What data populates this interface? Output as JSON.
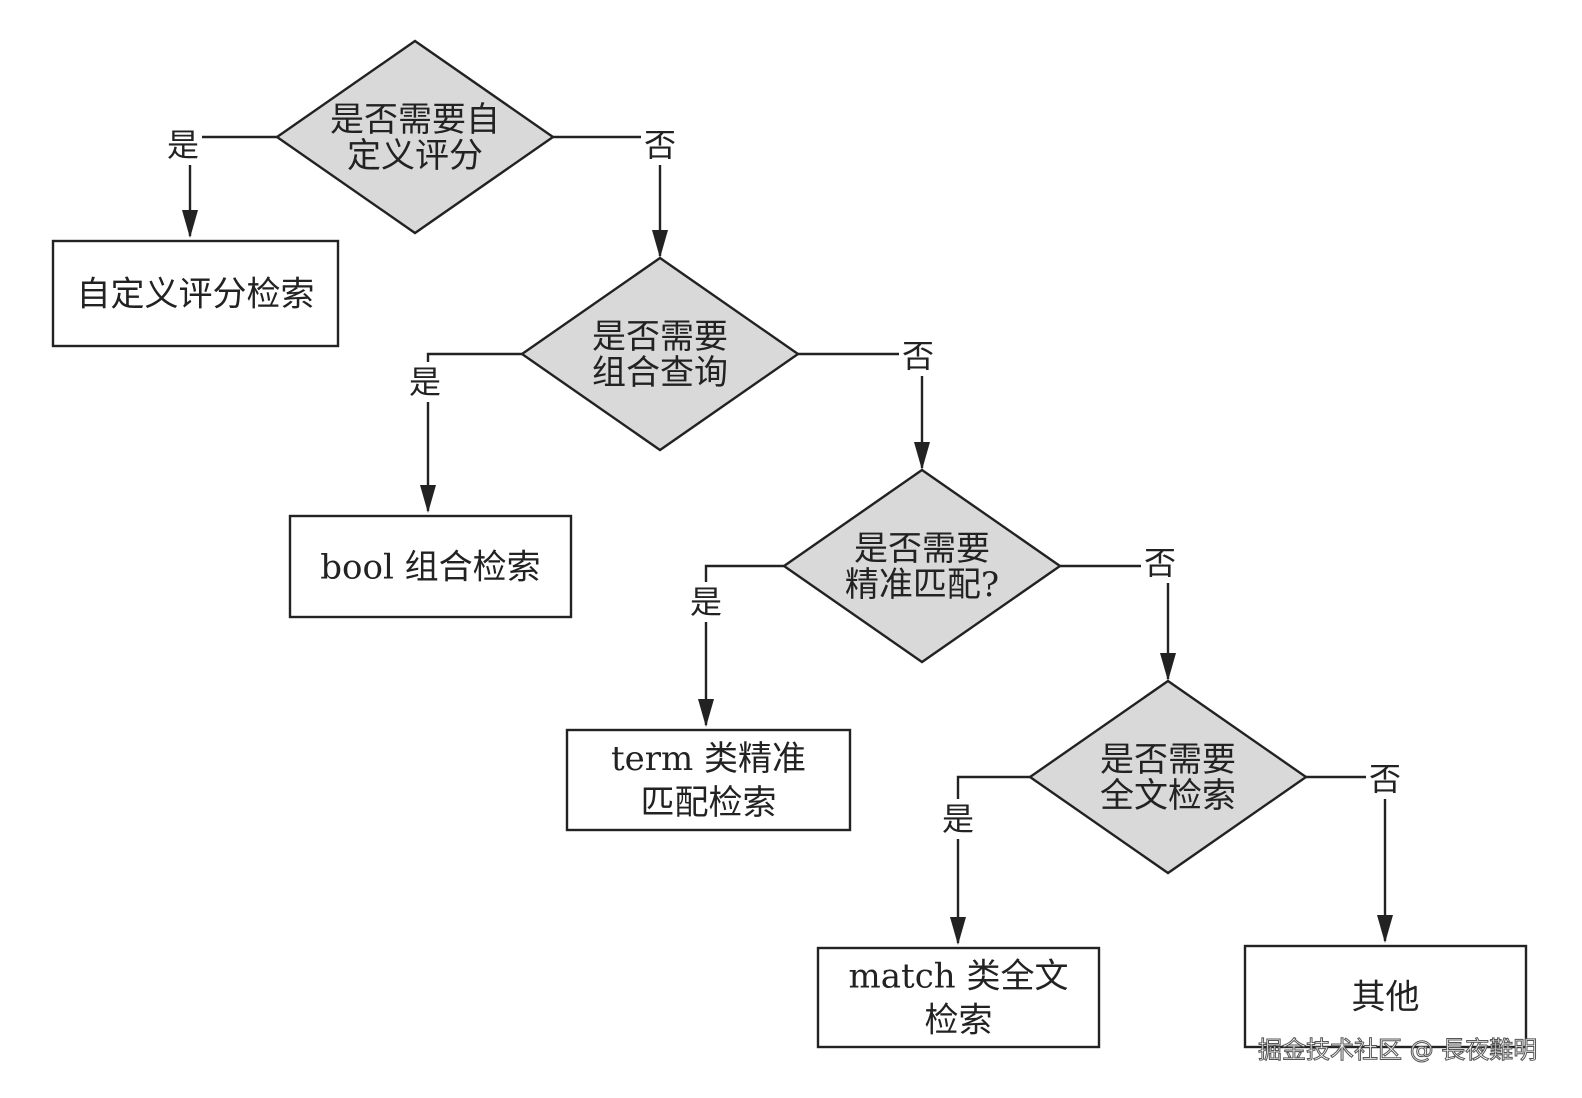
{
  "diagram": {
    "decisions": [
      {
        "id": "d1",
        "lines": [
          "是否需要自",
          "定义评分"
        ]
      },
      {
        "id": "d2",
        "lines": [
          "是否需要",
          "组合查询"
        ]
      },
      {
        "id": "d3",
        "lines": [
          "是否需要",
          "精准匹配?"
        ]
      },
      {
        "id": "d4",
        "lines": [
          "是否需要",
          "全文检索"
        ]
      }
    ],
    "results": [
      {
        "id": "r1",
        "lines": [
          "自定义评分检索"
        ]
      },
      {
        "id": "r2",
        "lines": [
          "bool 组合检索"
        ]
      },
      {
        "id": "r3",
        "lines": [
          "term 类精准",
          "匹配检索"
        ]
      },
      {
        "id": "r4",
        "lines": [
          "match 类全文",
          "检索"
        ]
      },
      {
        "id": "r5",
        "lines": [
          "其他"
        ]
      }
    ],
    "edge_labels": {
      "yes": "是",
      "no": "否"
    },
    "edges": [
      {
        "from": "d1",
        "to": "r1",
        "label": "是"
      },
      {
        "from": "d1",
        "to": "d2",
        "label": "否"
      },
      {
        "from": "d2",
        "to": "r2",
        "label": "是"
      },
      {
        "from": "d2",
        "to": "d3",
        "label": "否"
      },
      {
        "from": "d3",
        "to": "r3",
        "label": "是"
      },
      {
        "from": "d3",
        "to": "d4",
        "label": "否"
      },
      {
        "from": "d4",
        "to": "r4",
        "label": "是"
      },
      {
        "from": "d4",
        "to": "r5",
        "label": "否"
      }
    ]
  },
  "watermark": "掘金技术社区 @ 長夜難明",
  "colors": {
    "diamond_fill": "#d9d9d9",
    "stroke": "#222222",
    "background": "#ffffff"
  }
}
